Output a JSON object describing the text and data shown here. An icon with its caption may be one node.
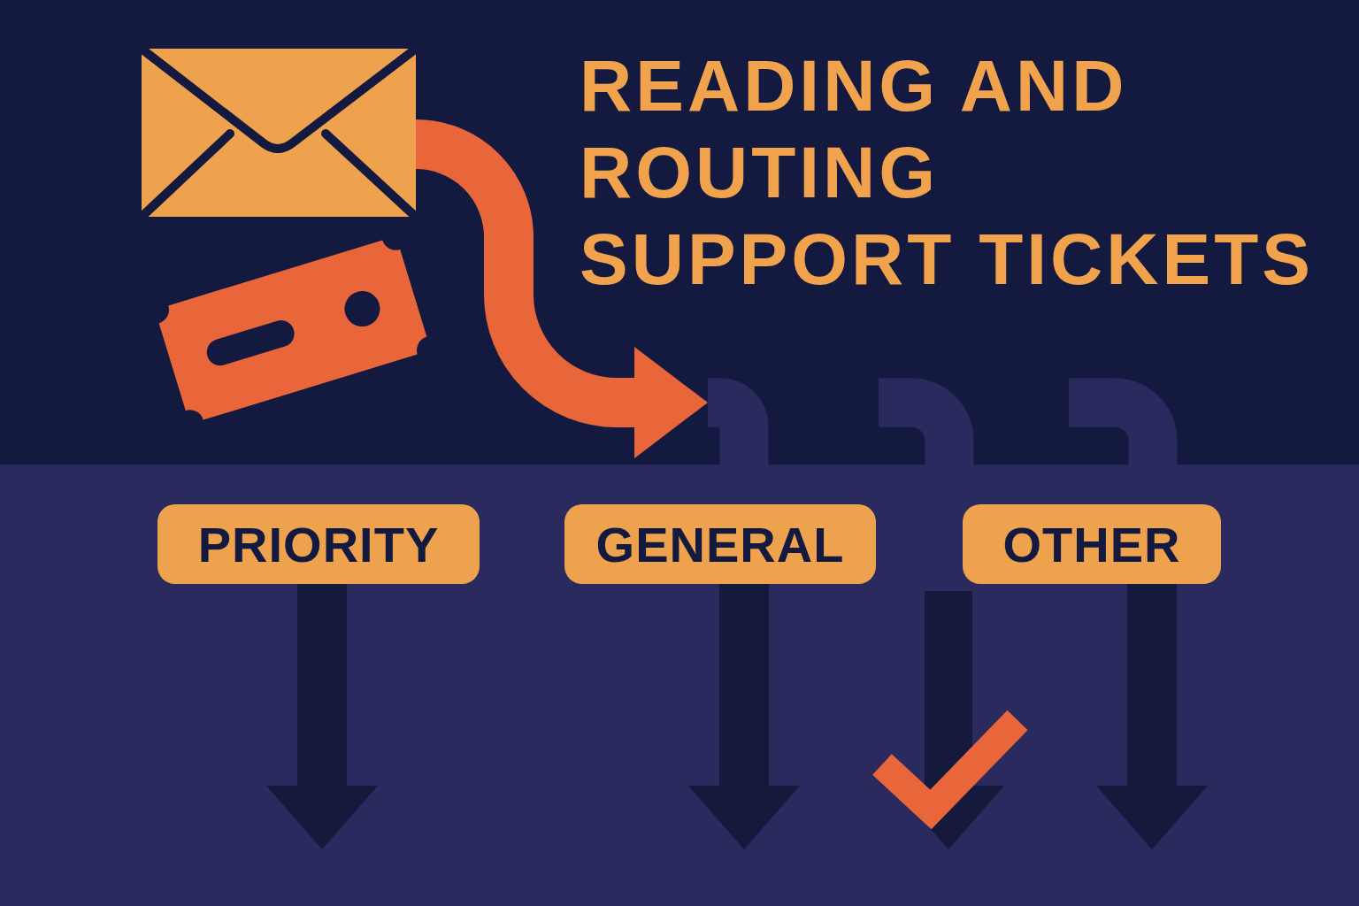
{
  "diagram": {
    "title": "READING AND ROUTING SUPPORT TICKETS",
    "nodes": [
      {
        "text": [],
        "shape": "picture"
      },
      {
        "text": [],
        "shape": "pipe"
      },
      {
        "text": [],
        "shape": "pipe"
      },
      {
        "text": [],
        "shape": "pipe"
      },
      {
        "text": [
          "PRIORITY"
        ]
      },
      {
        "text": [
          "GENERAL"
        ]
      },
      {
        "text": [
          "OTHER"
        ]
      }
    ],
    "edges": [
      {
        "from": 0,
        "to": 1,
        "arrow": "to",
        "color": "#e8663a"
      },
      {
        "from": 4,
        "to": null,
        "arrow": "to"
      },
      {
        "from": 5,
        "to": null,
        "arrow": "to"
      },
      {
        "from": 6,
        "to": null,
        "arrow": "to"
      }
    ]
  }
}
